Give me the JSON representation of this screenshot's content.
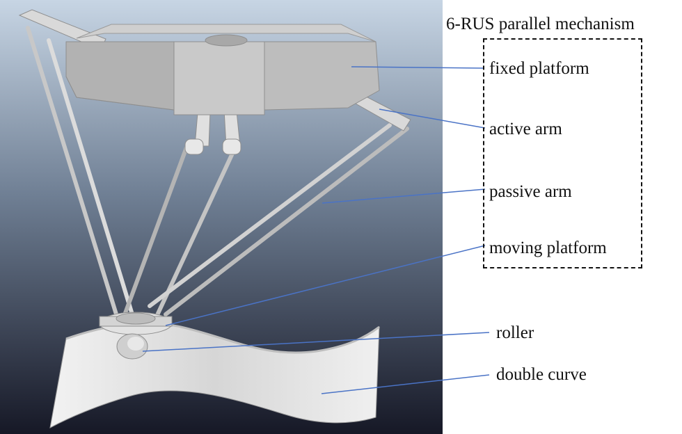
{
  "figure": {
    "title": "6-RUS parallel mechanism",
    "labels": {
      "fixed_platform": "fixed platform",
      "active_arm": "active arm",
      "passive_arm": "passive arm",
      "moving_platform": "moving platform",
      "roller": "roller",
      "double_curve": "double curve"
    },
    "colors": {
      "leader_line": "#4a73c6",
      "background_top": "#c7d5e4",
      "background_bottom": "#161826",
      "part_light": "#e6e6e6",
      "part_mid": "#bdbdbd",
      "part_dark": "#8e8e8e"
    }
  }
}
